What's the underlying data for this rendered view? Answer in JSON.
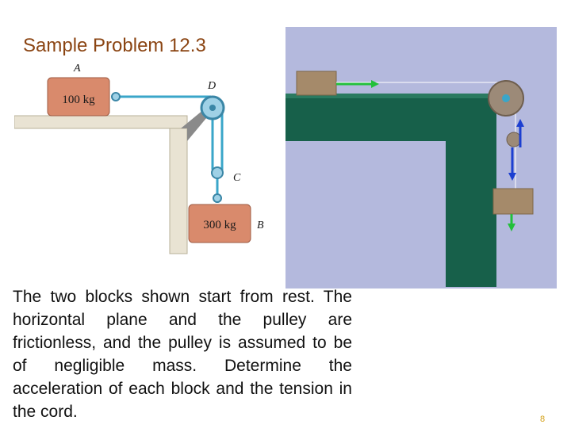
{
  "slide": {
    "title": "Sample Problem 12.3",
    "body": "The two blocks shown start from rest. The horizontal plane and the pulley are frictionless, and the pulley is assumed to be of negligible mass. Determine the acceleration of each block and the tension in the cord.",
    "page_number": "8"
  },
  "figure": {
    "label_a": "A",
    "label_b": "B",
    "label_c": "C",
    "label_d": "D",
    "block_a_mass": "100 kg",
    "block_b_mass": "300 kg"
  },
  "colors": {
    "title": "#8B4513",
    "cord": "#3aa6c9",
    "block": "#d98a6c",
    "table": "#e9e3d3",
    "sim_background": "#b4b9dd",
    "sim_table": "#17604a",
    "page_number": "#d4a017"
  }
}
